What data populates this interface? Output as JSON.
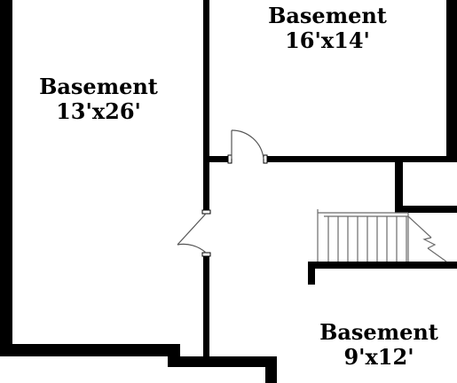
{
  "colors": {
    "wall": "#000000",
    "background": "#ffffff",
    "stair_line": "#6b6b6b",
    "door_line": "#555555"
  },
  "rooms": [
    {
      "name": "Basement",
      "dimensions": "13'x26'"
    },
    {
      "name": "Basement",
      "dimensions": "16'x14'"
    },
    {
      "name": "Basement",
      "dimensions": "9'x12'"
    }
  ],
  "stairs": {
    "tread_count": 9
  },
  "doors": [
    {
      "swing": "up"
    },
    {
      "swing": "left"
    }
  ]
}
